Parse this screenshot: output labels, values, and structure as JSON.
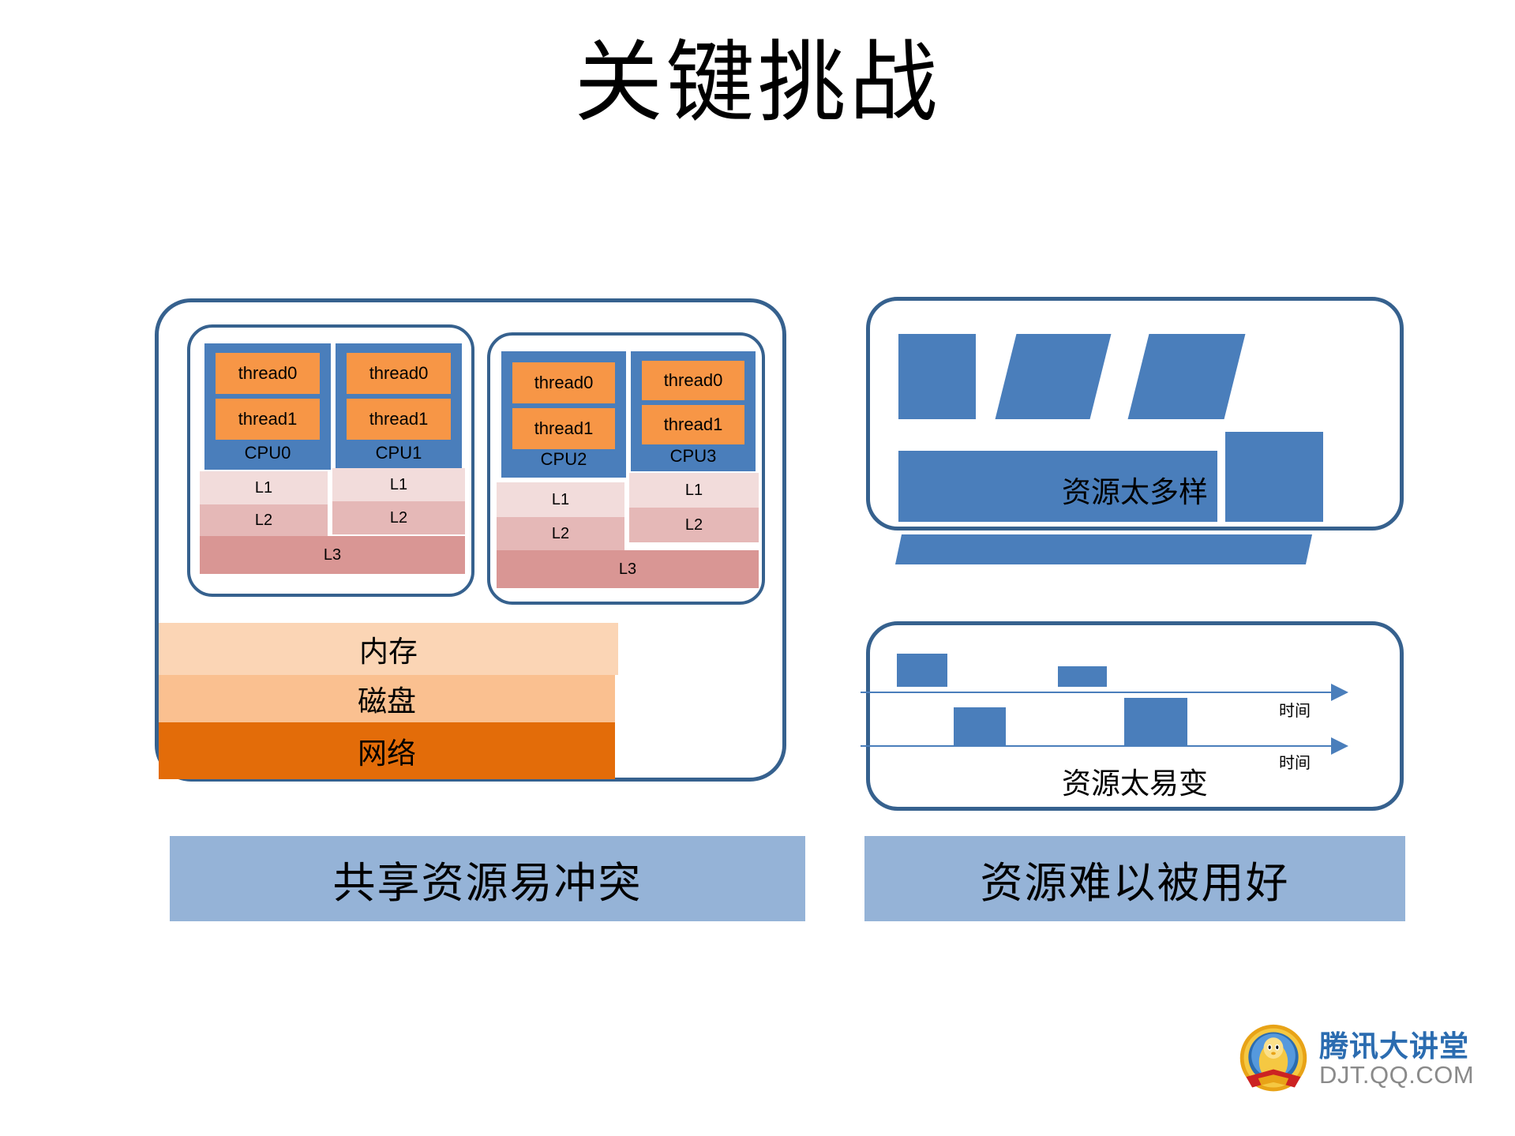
{
  "slide": {
    "title": "关键挑战"
  },
  "left_panel": {
    "name": "shared-resource-machine",
    "sockets": [
      {
        "id": "socket-0",
        "cpus": [
          {
            "label": "CPU0",
            "threads": [
              "thread0",
              "thread1"
            ]
          },
          {
            "label": "CPU1",
            "threads": [
              "thread0",
              "thread1"
            ]
          }
        ],
        "caches": {
          "l1": "L1",
          "l2": "L2",
          "l3": "L3"
        }
      },
      {
        "id": "socket-1",
        "cpus": [
          {
            "label": "CPU2",
            "threads": [
              "thread0",
              "thread1"
            ]
          },
          {
            "label": "CPU3",
            "threads": [
              "thread0",
              "thread1"
            ]
          }
        ],
        "caches": {
          "l1": "L1",
          "l2": "L2",
          "l3": "L3"
        }
      }
    ],
    "memory_stack": [
      {
        "label": "内存",
        "color": "#FBD5B5"
      },
      {
        "label": "磁盘",
        "color": "#FAC090"
      },
      {
        "label": "网络",
        "color": "#E36C09"
      }
    ],
    "footer": "共享资源易冲突"
  },
  "right_panels": {
    "diverse": {
      "caption": "资源太多样",
      "shape_color": "#4A7EBB"
    },
    "volatile": {
      "caption": "资源太易变",
      "timeline_labels": [
        "时间",
        "时间"
      ],
      "shape_color": "#4A7EBB"
    },
    "footer": "资源难以被用好"
  },
  "logo": {
    "name_cn": "腾讯大讲堂",
    "url": "DJT.QQ.COM"
  },
  "colors": {
    "outline_blue": "#36618E",
    "cpu_blue": "#4A7EBB",
    "thread_orange": "#F79646",
    "cache_l1": "#F2DCDB",
    "cache_l2": "#E5B8B7",
    "cache_l3": "#D99694",
    "footer_bar": "#95B3D7"
  }
}
